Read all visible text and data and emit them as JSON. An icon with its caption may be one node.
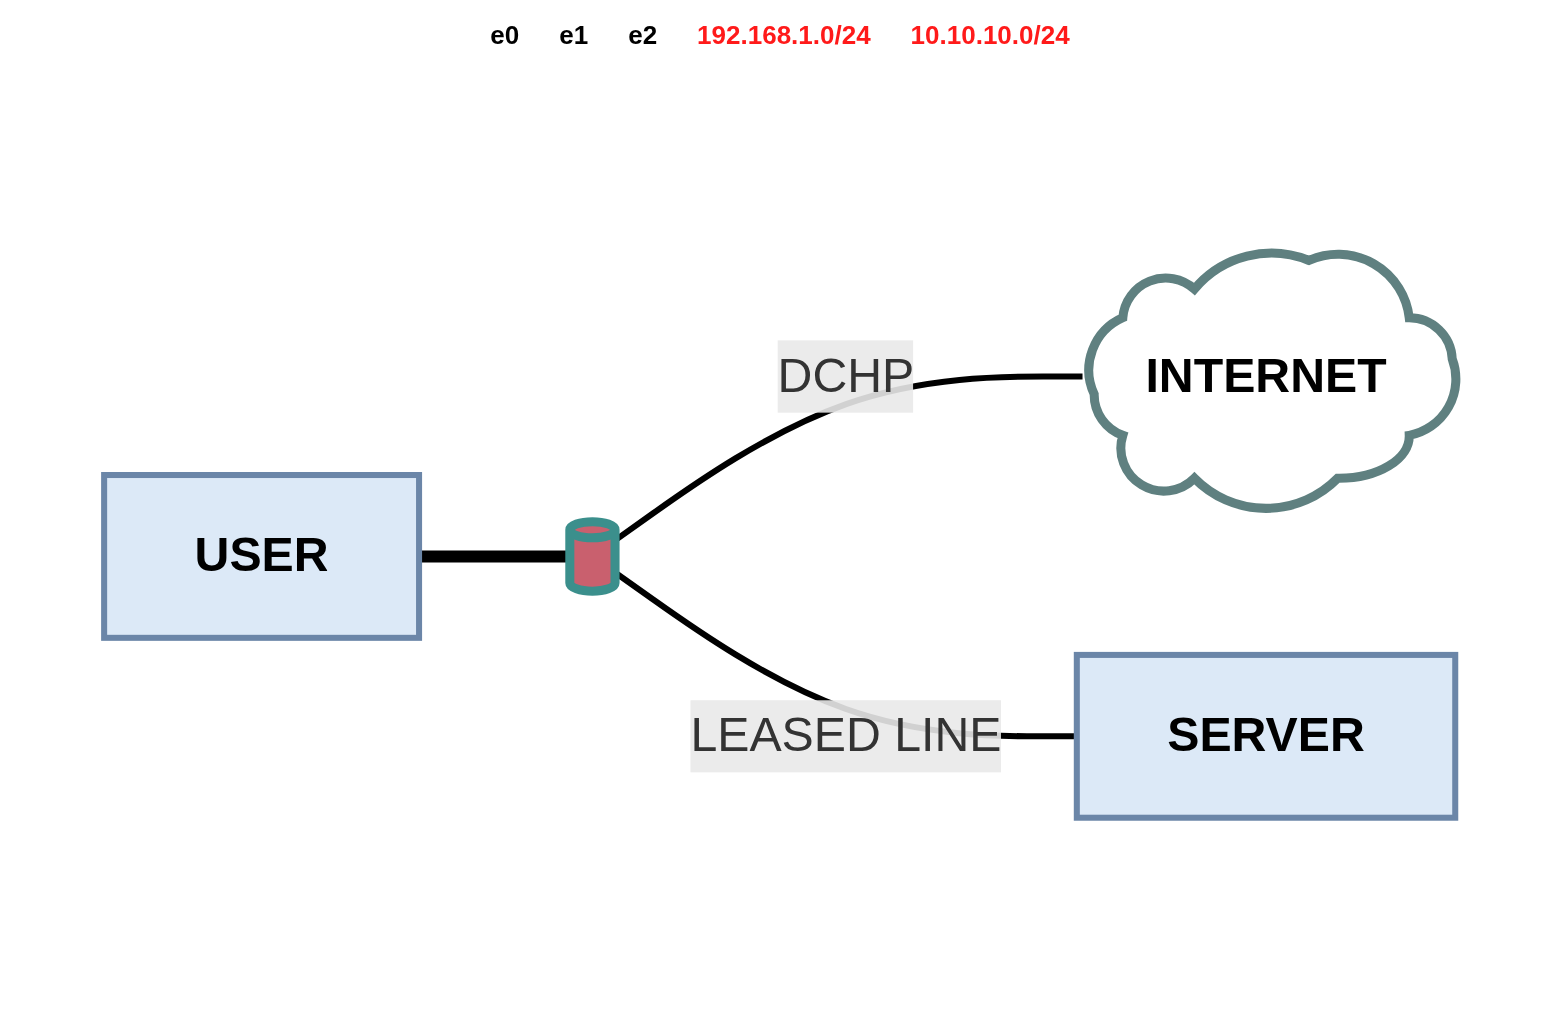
{
  "diagram": {
    "nodes": [
      {
        "text": [
          "USER"
        ]
      },
      {
        "text": [],
        "shape": "cylinder"
      },
      {
        "text": [
          "INTERNET"
        ]
      },
      {
        "text": [
          "SERVER"
        ]
      }
    ],
    "edges": [
      {
        "from": 0,
        "to": 1,
        "arrow": "none",
        "style": "thick"
      },
      {
        "from": 1,
        "to": 2,
        "arrow": "none",
        "label": "DCHP"
      },
      {
        "from": 1,
        "to": 3,
        "arrow": "none",
        "label": "LEASED LINE"
      }
    ],
    "labels": [
      "e0",
      "e1",
      "e2",
      "192.168.1.0/24",
      "10.10.10.0/24"
    ]
  }
}
